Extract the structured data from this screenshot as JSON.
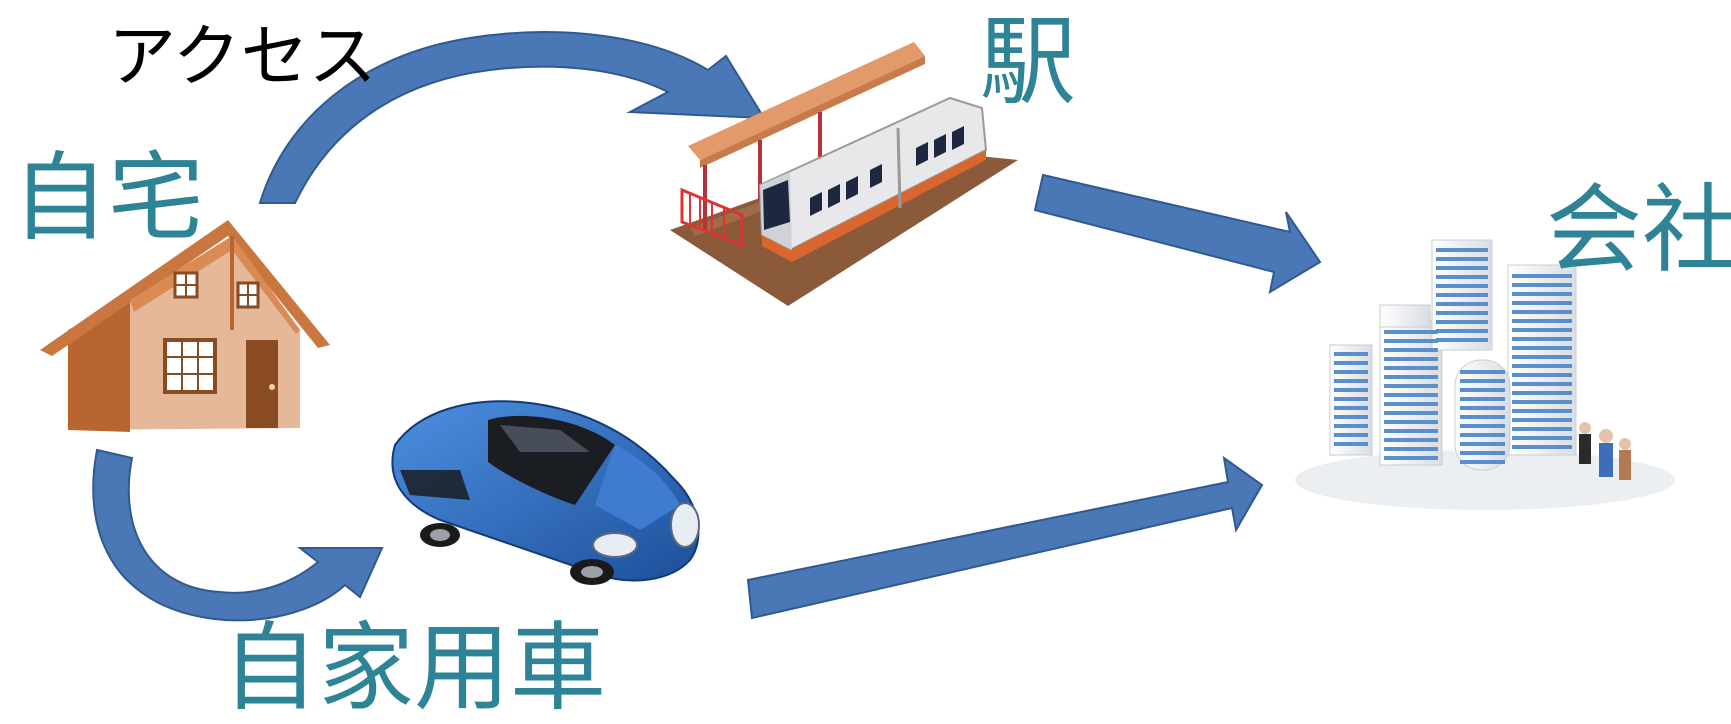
{
  "colors": {
    "label_teal": "#2e8496",
    "label_black": "#000000",
    "arrow_fill": "#4a78b6",
    "arrow_stroke": "#2f5a90",
    "house_wall": "#e6b89a",
    "house_roof": "#c9773f",
    "car_body": "#2f6fc0",
    "train_body": "#e8e8ea",
    "platform_roof": "#e39a6a",
    "building": "#5b8fcc"
  },
  "labels": {
    "access": "アクセス",
    "home": "自宅",
    "station": "駅",
    "company": "会社",
    "car": "自家用車"
  },
  "icons": [
    "house-icon",
    "train-station-icon",
    "car-icon",
    "office-buildings-icon"
  ]
}
